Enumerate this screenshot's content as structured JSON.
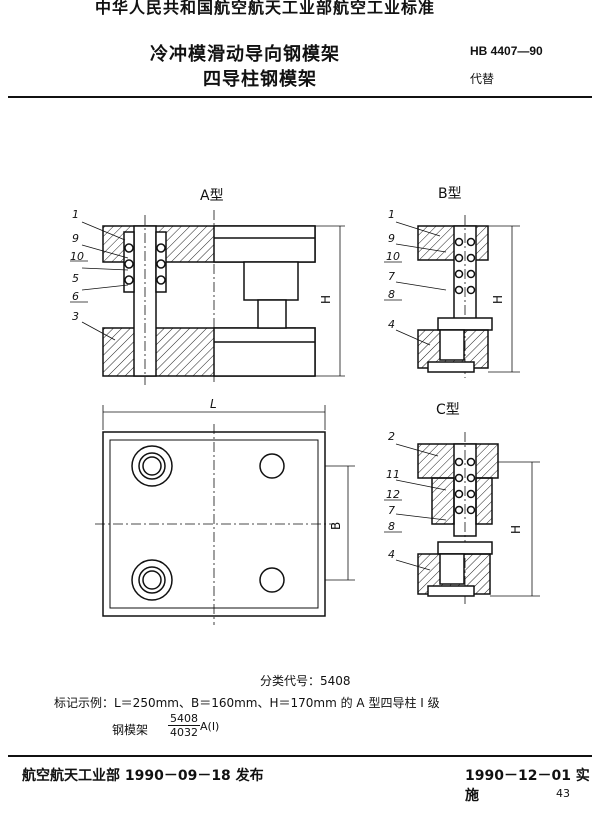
{
  "header": {
    "standard_title": "中华人民共和国航空航天工业部航空工业标准",
    "title_line1": "冷冲模滑动导向钢模架",
    "title_line2": "四导柱钢模架",
    "standard_no": "HB 4407—90",
    "replaces": "代替"
  },
  "drawings": {
    "view_a": {
      "title": "A型",
      "callouts": [
        "1",
        "9",
        "10",
        "5",
        "6",
        "3"
      ],
      "dim_h": "H"
    },
    "view_b": {
      "title": "B型",
      "callouts": [
        "1",
        "9",
        "10",
        "7",
        "8",
        "4"
      ],
      "dim_h": "H"
    },
    "plan": {
      "dim_l": "L",
      "dim_b": "B"
    },
    "view_c": {
      "title": "C型",
      "callouts": [
        "2",
        "11",
        "12",
        "7",
        "8",
        "4"
      ],
      "dim_h": "H"
    }
  },
  "notes": {
    "classification": "分类代号：5408",
    "example": "标记示例：L＝250mm、B＝160mm、H＝170mm 的 A 型四导柱 I 级",
    "example_item": "钢模架",
    "frac_num": "5408",
    "frac_den": "4032",
    "frac_suffix": "A(I)"
  },
  "footer": {
    "issued": "航空航天工业部 1990－09－18 发布",
    "implemented": "1990－12－01 实施",
    "page": "43"
  }
}
